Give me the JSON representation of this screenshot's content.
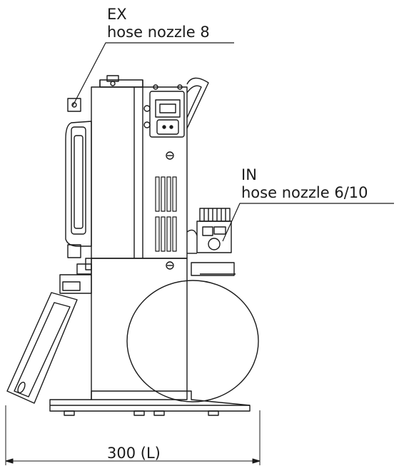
{
  "labels": {
    "ex": {
      "title": "EX",
      "detail": "hose nozzle 8"
    },
    "in": {
      "title": "IN",
      "detail": "hose nozzle 6/10"
    },
    "dimension": "300 (L)"
  }
}
